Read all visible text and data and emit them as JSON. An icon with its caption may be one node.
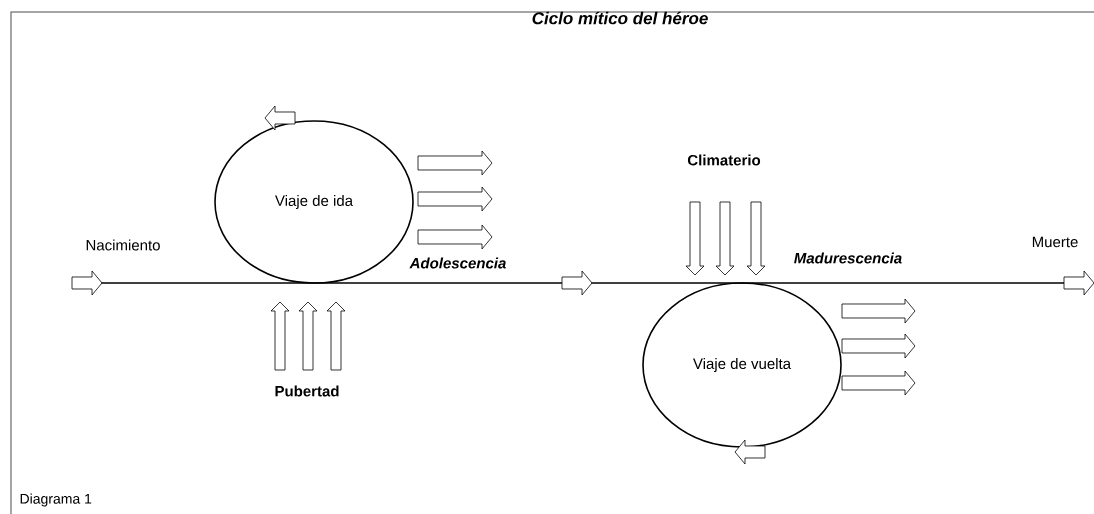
{
  "diagram": {
    "title": "Ciclo mítico del héroe",
    "nodes": [
      {
        "text": [
          "Viaje de ida"
        ]
      },
      {
        "text": [
          "Viaje de vuelta"
        ]
      }
    ],
    "labels": [
      "Nacimiento",
      "Adolescencia",
      "Pubertad",
      "Climaterio",
      "Madurescencia",
      "Muerte"
    ],
    "caption": "Diagrama 1"
  }
}
